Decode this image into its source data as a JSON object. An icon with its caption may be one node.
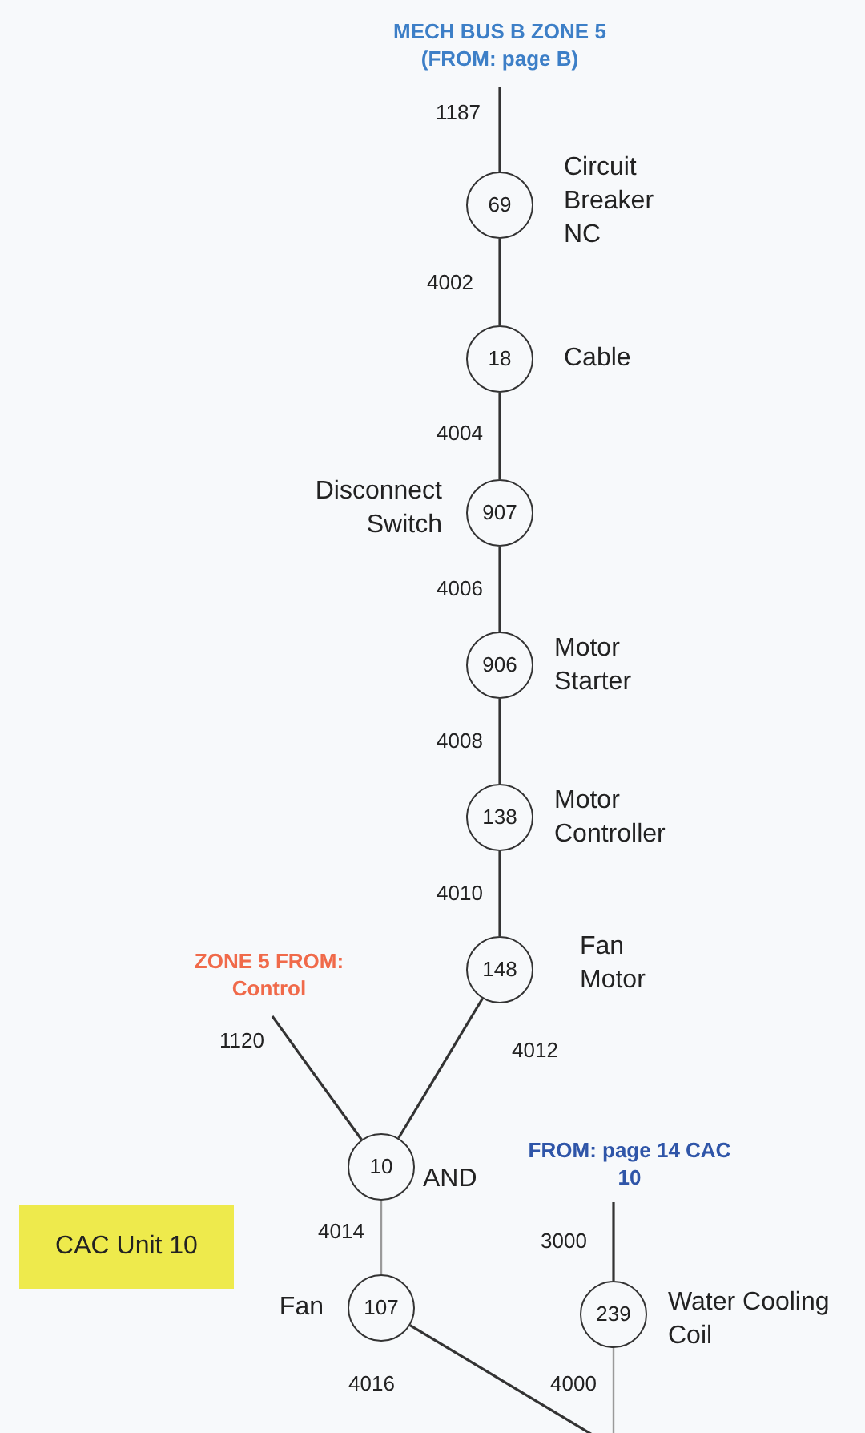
{
  "diagram": {
    "nodes": [
      {
        "text": [
          "MECH BUS B ZONE 5 (FROM: page B)"
        ]
      },
      {
        "text": [
          "69"
        ],
        "beside": [
          "Circuit Breaker NC"
        ]
      },
      {
        "text": [
          "18"
        ],
        "beside": [
          "Cable"
        ]
      },
      {
        "text": [
          "907"
        ],
        "beside": [
          "Disconnect Switch"
        ]
      },
      {
        "text": [
          "906"
        ],
        "beside": [
          "Motor Starter"
        ]
      },
      {
        "text": [
          "138"
        ],
        "beside": [
          "Motor Controller"
        ]
      },
      {
        "text": [
          "148"
        ],
        "beside": [
          "Fan Motor"
        ]
      },
      {
        "text": [
          "ZONE 5 FROM: Control"
        ]
      },
      {
        "text": [
          "10"
        ],
        "beside": [
          "AND"
        ]
      },
      {
        "text": [
          "107"
        ],
        "beside": [
          "Fan"
        ]
      },
      {
        "text": [
          "FROM: page 14 CAC 10"
        ]
      },
      {
        "text": [
          "239"
        ],
        "beside": [
          "Water Cooling Coil"
        ]
      },
      {
        "text": [
          "CAC Unit 10"
        ]
      }
    ],
    "edges": [
      {
        "from": 0,
        "to": 1,
        "arrow": "none",
        "label": "1187"
      },
      {
        "from": 1,
        "to": 2,
        "arrow": "none",
        "label": "4002"
      },
      {
        "from": 2,
        "to": 3,
        "arrow": "none",
        "label": "4004"
      },
      {
        "from": 3,
        "to": 4,
        "arrow": "none",
        "label": "4006"
      },
      {
        "from": 4,
        "to": 5,
        "arrow": "none",
        "label": "4008"
      },
      {
        "from": 5,
        "to": 6,
        "arrow": "none",
        "label": "4010"
      },
      {
        "from": 7,
        "to": 8,
        "arrow": "none",
        "label": "1120"
      },
      {
        "from": 6,
        "to": 8,
        "arrow": "none",
        "label": "4012"
      },
      {
        "from": 8,
        "to": 9,
        "arrow": "none",
        "label": "4014",
        "color": "#9a9a9a"
      },
      {
        "from": 9,
        "to": null,
        "arrow": "none",
        "label": "4016"
      },
      {
        "from": 10,
        "to": 11,
        "arrow": "none",
        "label": "3000"
      },
      {
        "from": 11,
        "to": null,
        "arrow": "none",
        "label": "4000",
        "color": "#9a9a9a"
      }
    ]
  }
}
